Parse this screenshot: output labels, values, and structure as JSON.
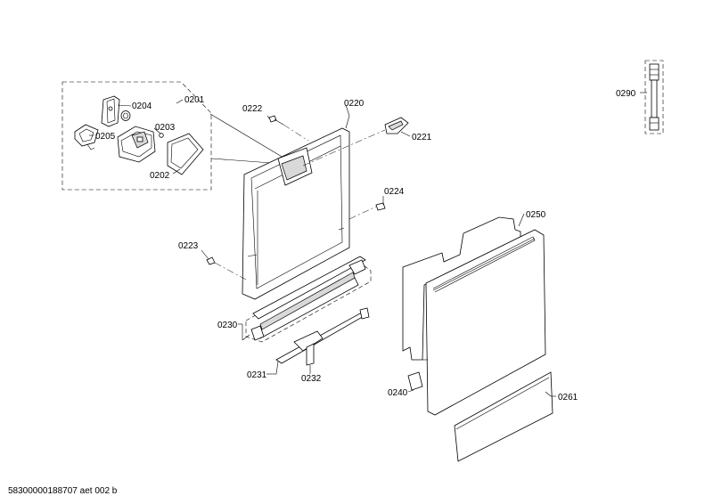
{
  "parts": {
    "p0201": "0201",
    "p0202": "0202",
    "p0203": "0203",
    "p0204": "0204",
    "p0205": "0205",
    "p0220": "0220",
    "p0221": "0221",
    "p0222": "0222",
    "p0223": "0223",
    "p0224": "0224",
    "p0230": "0230",
    "p0231": "0231",
    "p0232": "0232",
    "p0240": "0240",
    "p0250": "0250",
    "p0261": "0261",
    "p0290": "0290"
  },
  "footer": "58300000188707 aet 002 b"
}
